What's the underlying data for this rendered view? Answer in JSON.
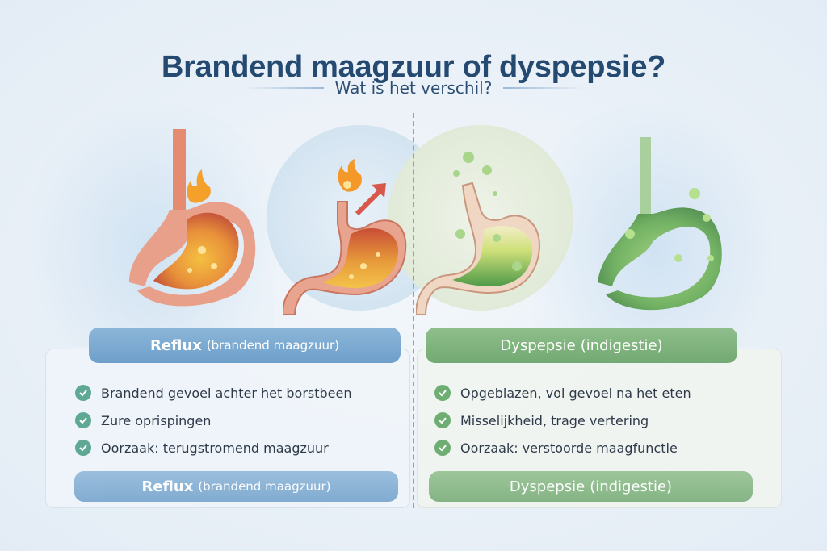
{
  "header": {
    "title": "Brandend maagzuur of dyspepsie?",
    "subtitle": "Wat is het verschil?"
  },
  "colors": {
    "title": "#254a72",
    "reflux_accent": "#7aa8d2",
    "dyspepsia_accent": "#7fb47d",
    "check_reflux": "#5fa894",
    "check_dyspepsia": "#6fae72",
    "divider": "#7fa6cc"
  },
  "reflux": {
    "label_strong": "Reflux",
    "label_light": "(brandend maagzuur)",
    "items": [
      "Brandend gevoel achter het borstbeen",
      "Zure oprispingen",
      "Oorzaak: terugstromend maagzuur"
    ],
    "footer_strong": "Reflux",
    "footer_light": "(brandend maagzuur)",
    "icons": [
      "flame-icon",
      "arrow-up-right-icon",
      "stomach-icon"
    ]
  },
  "dyspepsia": {
    "label_strong": "Dyspepsie",
    "label_light": "(indigestie)",
    "items": [
      "Opgeblazen, vol gevoel na het eten",
      "Misselijkheid, trage vertering",
      "Oorzaak: verstoorde maagfunctie"
    ],
    "footer_strong": "Dyspepsie",
    "footer_light": "(indigestie)",
    "icons": [
      "bubbles-icon",
      "stomach-icon"
    ]
  }
}
